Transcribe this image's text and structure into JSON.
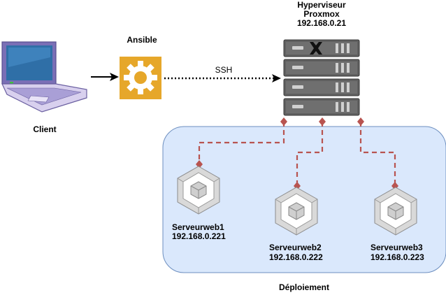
{
  "nodes": {
    "client": {
      "label": "Client"
    },
    "ansible": {
      "label": "Ansible"
    },
    "hypervisor": {
      "line1": "Hyperviseur",
      "line2": "Proxmox",
      "ip": "192.168.0.21"
    },
    "web1": {
      "name": "Serveurweb1",
      "ip": "192.168.0.221"
    },
    "web2": {
      "name": "Serveurweb2",
      "ip": "192.168.0.222"
    },
    "web3": {
      "name": "Serveurweb3",
      "ip": "192.168.0.223"
    }
  },
  "edges": {
    "ssh_label": "SSH"
  },
  "group": {
    "label": "Déploiement"
  },
  "colors": {
    "group_fill": "#dae8fc",
    "group_stroke": "#6c8ebf",
    "ansible_gold": "#e6a72a",
    "server_gray": "#666666",
    "link_red": "#b85450",
    "laptop_purple": "#8b7fc4"
  }
}
